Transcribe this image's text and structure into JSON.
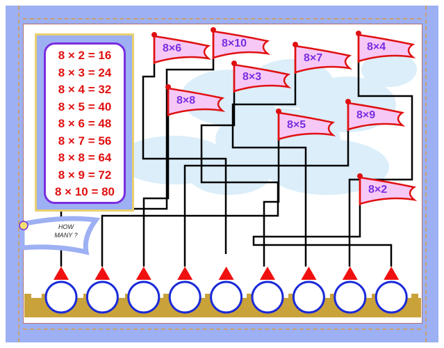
{
  "table": {
    "rows": [
      "8 × 2 = 16",
      "8 × 3 = 24",
      "8 × 4 = 32",
      "8 × 5 = 40",
      "8 × 6 = 48",
      "8 × 7 = 56",
      "8 × 8 = 64",
      "8 × 9 = 72",
      "8 × 10 = 80"
    ]
  },
  "tag": {
    "line1": "HOW",
    "line2": "MANY ?"
  },
  "flags": [
    {
      "label": "8×6"
    },
    {
      "label": "8×10"
    },
    {
      "label": "8×7"
    },
    {
      "label": "8×4"
    },
    {
      "label": "8×3"
    },
    {
      "label": "8×8"
    },
    {
      "label": "8×5"
    },
    {
      "label": "8×9"
    },
    {
      "label": "8×2"
    }
  ],
  "answer_circles": 9,
  "colors": {
    "frame": "#9db0f3",
    "flag": "#f6c8f6",
    "flag_border": "#e01010",
    "text": "#7a2de0",
    "circle": "#1a2ad8",
    "wall": "#c9a23a"
  }
}
